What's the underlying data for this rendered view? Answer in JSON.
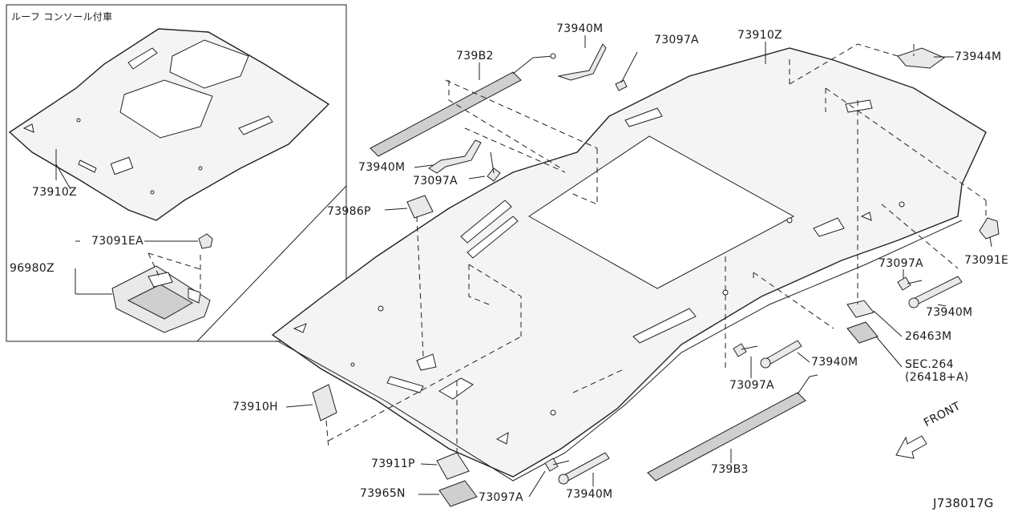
{
  "inset": {
    "title": "ルーフ コンソール付車",
    "labels": {
      "headlining": "73910Z",
      "clip_ea": "73091EA",
      "console": "96980Z"
    }
  },
  "labels": {
    "headlining_main": "73910Z",
    "assist_grip_top_mid": "73940M",
    "bolt_top": "73097A",
    "bracket_739b2": "739B2",
    "assist_grip_left": "73940M",
    "bolt_left": "73097A",
    "cover_73986p": "73986P",
    "bracket_73944m": "73944M",
    "clip_73091e": "73091E",
    "bolt_right": "73097A",
    "grip_right": "73940M",
    "lamp_26463m": "26463M",
    "sec264": "SEC.264",
    "sec264_sub": "(26418+A)",
    "grip_mid": "73940M",
    "bolt_mid": "73097A",
    "block_73910h": "73910H",
    "cover_73911p": "73911P",
    "bracket_739b3": "739B3",
    "cover_73965n": "73965N",
    "bolt_bottom": "73097A",
    "grip_bottom": "73940M",
    "front": "FRONT",
    "diagram_id": "J738017G"
  }
}
